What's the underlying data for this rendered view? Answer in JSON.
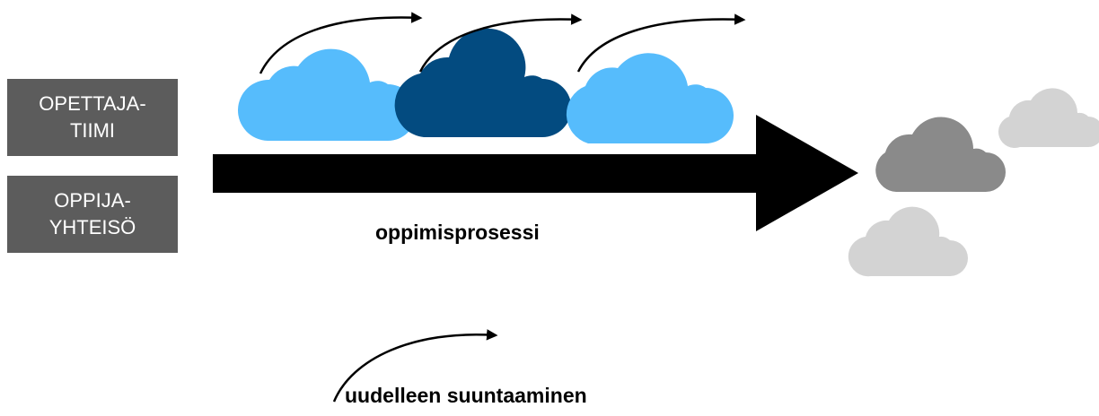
{
  "boxes": {
    "opettaja": {
      "line1": "OPETTAJA-",
      "line2": "TIIMI"
    },
    "oppija": {
      "line1": "OPPIJA-",
      "line2": "YHTEISÖ"
    }
  },
  "process_label": "oppimisprosessi",
  "redirect_label": "uudelleen suuntaaminen",
  "colors": {
    "box": "#5c5c5c",
    "cloud_light_blue": "#56bcfc",
    "cloud_dark_blue": "#034b80",
    "cloud_gray_dark": "#8a8a8a",
    "cloud_gray_light": "#d3d3d3",
    "arrow": "#000000"
  }
}
